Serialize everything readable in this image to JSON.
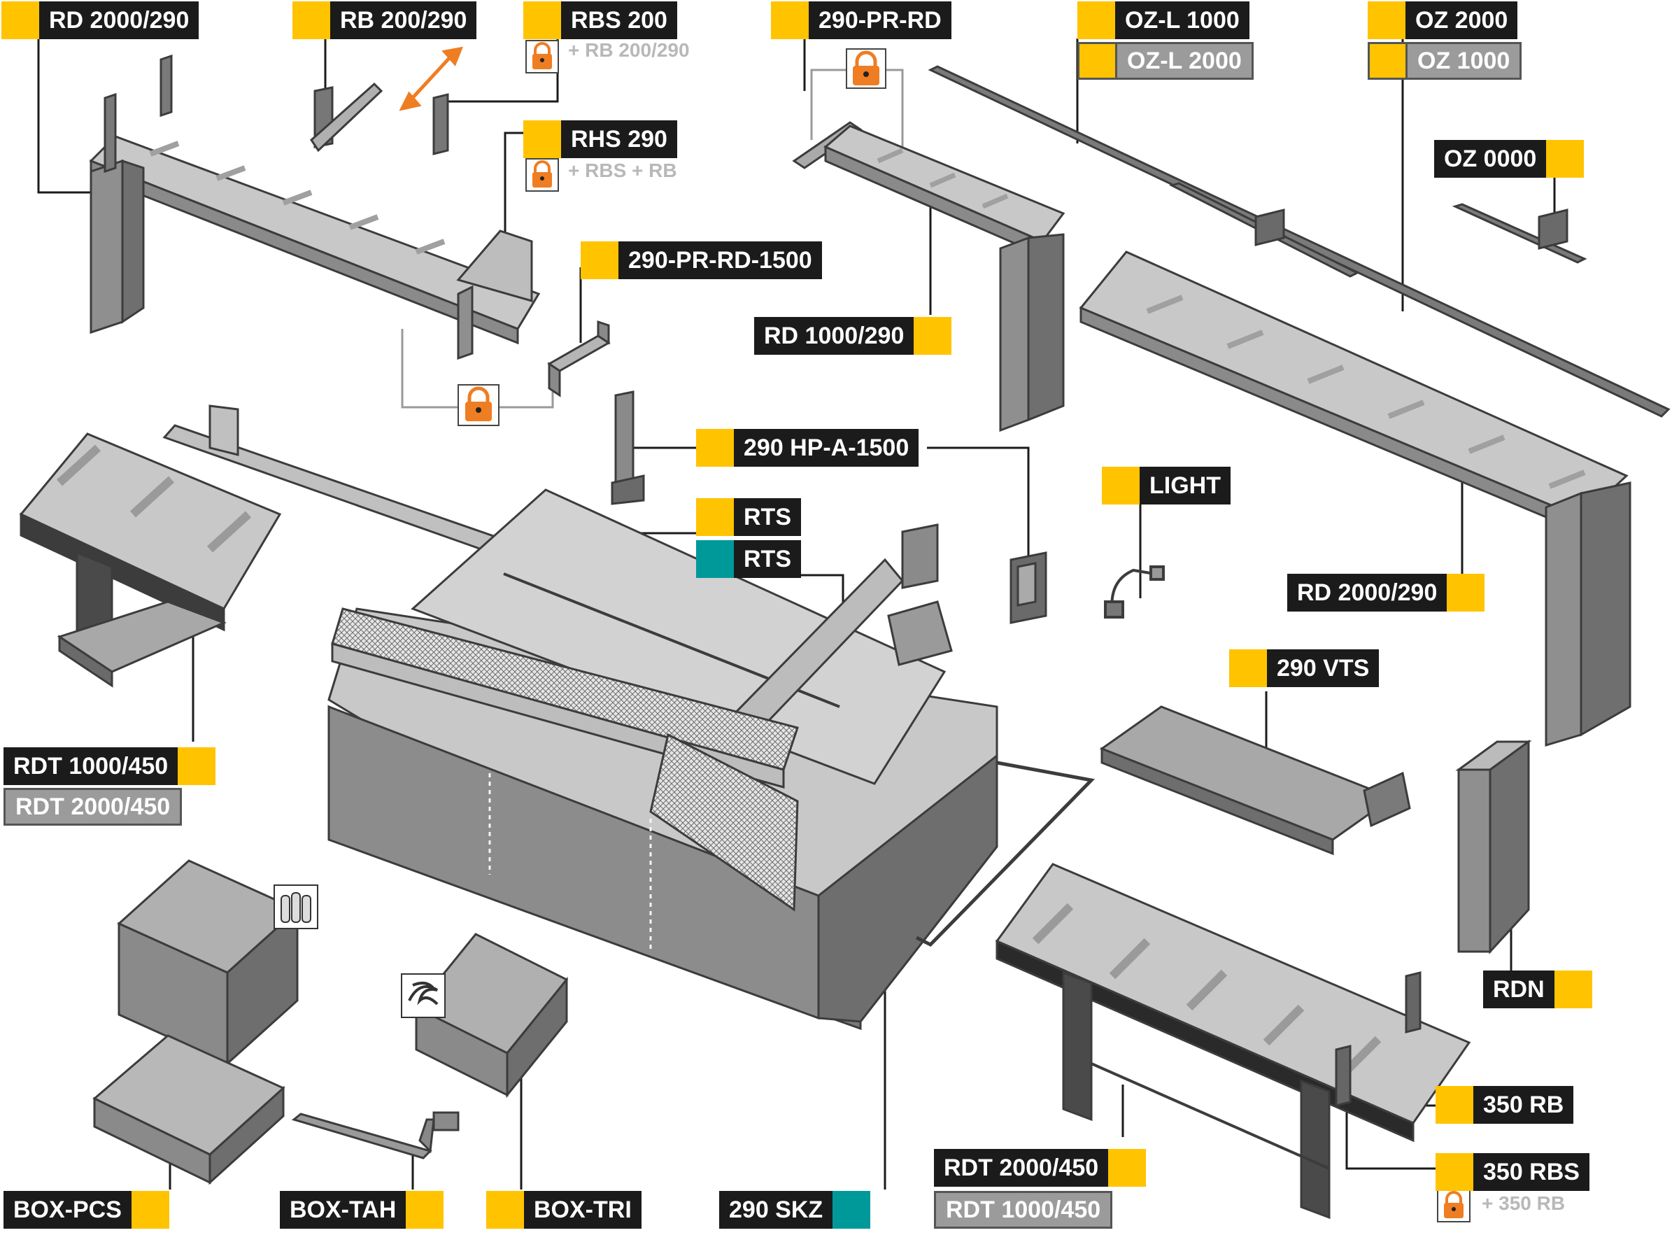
{
  "labels": {
    "rd2000_290_top": "RD 2000/290",
    "rb200_290": "RB 200/290",
    "rbs200": "RBS 200",
    "rbs200_note": "+ RB 200/290",
    "pr_rd_290": "290-PR-RD",
    "ozl1000": "OZ-L 1000",
    "ozl2000": "OZ-L 2000",
    "oz2000": "OZ 2000",
    "oz1000": "OZ 1000",
    "rhs290": "RHS 290",
    "rhs290_note": "+ RBS + RB",
    "oz0000": "OZ 0000",
    "pr_rd_1500": "290-PR-RD-1500",
    "rd1000_290": "RD 1000/290",
    "hp_a_1500": "290 HP-A-1500",
    "light": "LIGHT",
    "rts_yellow": "RTS",
    "rts_teal": "RTS",
    "rd2000_290_right": "RD 2000/290",
    "vts290": "290 VTS",
    "rdt1000_450_left": "RDT 1000/450",
    "rdt2000_450_left": "RDT 2000/450",
    "rdn": "RDN",
    "rb350": "350 RB",
    "rbs350": "350 RBS",
    "rbs350_note": "+ 350 RB",
    "rdt2000_450_right": "RDT 2000/450",
    "rdt1000_450_right": "RDT 1000/450",
    "box_pcs": "BOX-PCS",
    "box_tah": "BOX-TAH",
    "box_tri": "BOX-TRI",
    "skz290": "290 SKZ"
  },
  "icons": {
    "lock": "padlock-icon",
    "double_arrow": "double-arrow-icon",
    "pieces": "cut-pieces-icon",
    "chips": "metal-chips-icon"
  },
  "colors": {
    "accent_yellow": "#ffc300",
    "accent_teal": "#00999a",
    "lock_orange": "#ef7d22",
    "label_dark": "#1b1b1b",
    "label_grey": "#9b9b9b",
    "machine_grey": "#b8b8b8"
  }
}
